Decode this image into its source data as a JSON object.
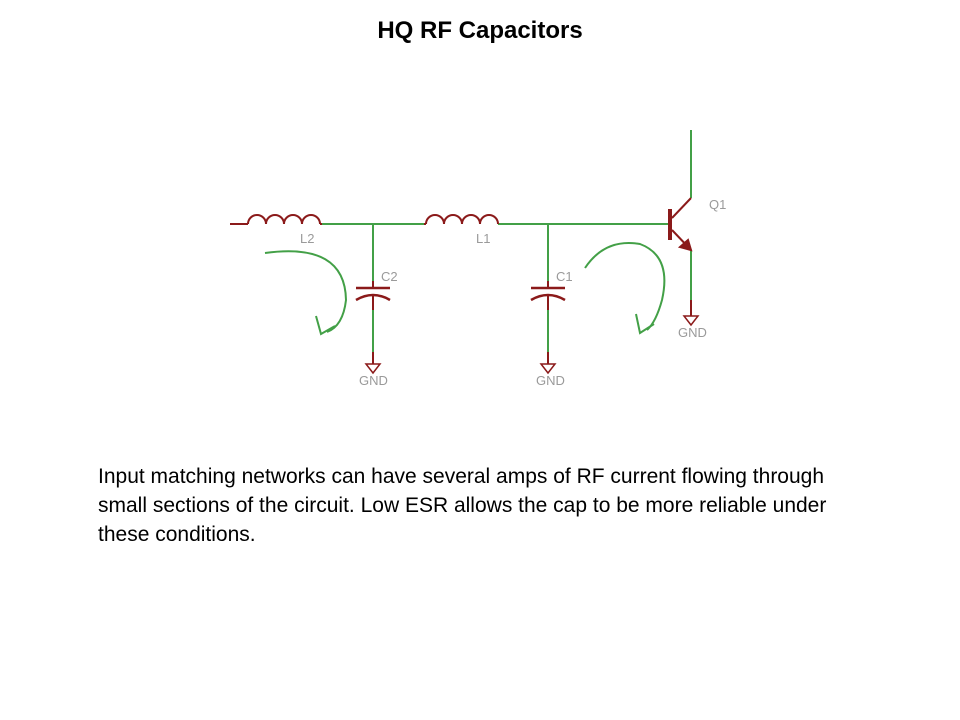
{
  "slide": {
    "title": "HQ RF Capacitors",
    "body": "Input matching networks can have several amps of RF current flowing through small sections of the circuit. Low ESR allows the cap to be more reliable under these conditions."
  },
  "schematic": {
    "labels": {
      "l2": "L2",
      "l1": "L1",
      "c2": "C2",
      "c1": "C1",
      "q1": "Q1",
      "gnd_c2": "GND",
      "gnd_c1": "GND",
      "gnd_q1": "GND"
    },
    "colors": {
      "wire": "#43a047",
      "component": "#8b1a1a",
      "arrow": "#43a047",
      "label": "#9a9a9a"
    }
  }
}
